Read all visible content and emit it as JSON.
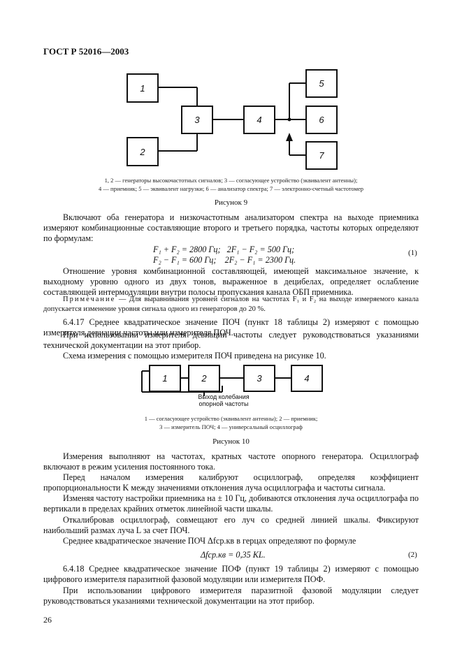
{
  "header": "ГОСТ Р 52016—2003",
  "figure9": {
    "blocks": [
      "1",
      "2",
      "3",
      "4",
      "5",
      "6",
      "7"
    ],
    "caption_line1": "1, 2 — генераторы высокочастотных сигналов; 3 — согласующее устройство (эквивалент антенны);",
    "caption_line2": "4 — приемник; 5 — эквивалент нагрузки; 6 — анализатор спектра; 7 — электронно-счетный частотомер",
    "title": "Рисунок 9"
  },
  "p1": "Включают оба генератора и низкочастотным анализатором спектра на выходе приемника измеряют комбинационные составляющие второго и третьего порядка, частоты которых определяют по формулам:",
  "formula1": {
    "line1": "F₁ + F₂ = 2800 Гц;   2F₁ − F₂ = 500 Гц;",
    "line2": "F₂ − F₁ = 600 Гц;    2F₂ − F₁ = 2300 Гц.",
    "number": "(1)"
  },
  "p2": "Отношение уровня комбинационной составляющей, имеющей максимальное значение, к выходному уровню одного из двух тонов, выраженное в децибелах, определяет ослабление составляющей интермодуляции внутри полосы пропускания канала ОБП приемника.",
  "note": {
    "label": "Примечание",
    "text": " — Для выравнивания уровней сигналов на частотах F₁ и F₂ на выходе измеряемого канала допускается изменение уровня сигнала одного из генераторов до 20 %."
  },
  "p3": "6.4.17 Среднее квадратическое значение ПОЧ (пункт 18 таблицы 2) измеряют с помощью измерителя девиации частоты или измерителя ПОЧ.",
  "p4": "При использовании измерителя девиации частоты следует руководствоваться указаниями технической документации на этот прибор.",
  "p5": "Схема измерения с помощью измерителя ПОЧ приведена на рисунке 10.",
  "figure10": {
    "blocks": [
      "1",
      "2",
      "3",
      "4"
    ],
    "output_label_line1": "Выход колебания",
    "output_label_line2": "опорной частоты",
    "caption_line1": "1 — согласующее устройство (эквивалент антенны); 2 — приемник;",
    "caption_line2": "3 — измеритель ПОЧ; 4 — универсальный осциллограф",
    "title": "Рисунок 10"
  },
  "p6": "Измерения выполняют на частотах, кратных частоте опорного генератора. Осциллограф включают в режим усиления постоянного тока.",
  "p7": "Перед началом измерения калибруют осциллограф, определяя коэффициент пропорциональности K между значениями отклонения луча осциллографа и частоты сигнала.",
  "p8": "Изменяя частоту настройки приемника на ± 10 Гц, добиваются отклонения луча осциллографа по вертикали в пределах крайних отметок линейной части шкалы.",
  "p9": "Откалибровав осциллограф, совмещают его луч со средней линией шкалы. Фиксируют наибольший размах луча L за счет ПОЧ.",
  "p10": "Среднее квадратическое значение ПОЧ Δfср.кв в герцах определяют по формуле",
  "formula2": {
    "text": "Δfср.кв = 0,35 KL.",
    "number": "(2)"
  },
  "p11": "6.4.18 Среднее квадратическое значение ПОФ (пункт 19 таблицы 2) измеряют с помощью цифрового измерителя паразитной фазовой модуляции или измерителя ПОФ.",
  "p12": "При использовании цифрового измерителя паразитной фазовой модуляции следует руководствоваться указаниями технической документации на этот прибор.",
  "page_number": "26"
}
